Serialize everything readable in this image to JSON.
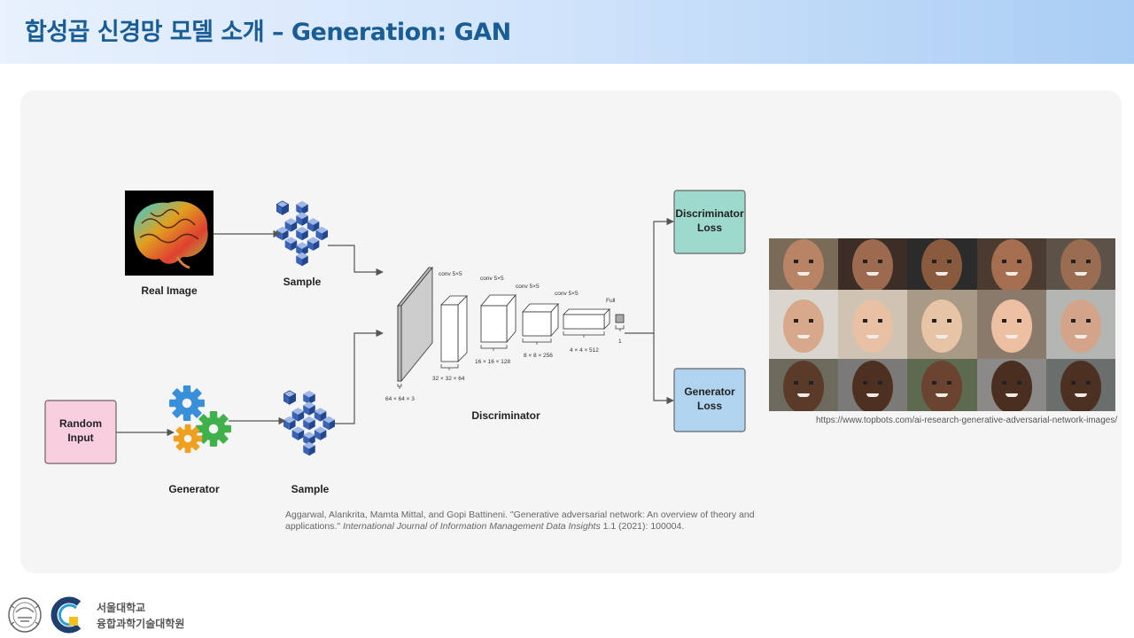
{
  "slide": {
    "title": "합성곱 신경망 모델 소개 – Generation: GAN"
  },
  "diagram": {
    "real_image_label": "Real Image",
    "sample_top_label": "Sample",
    "random_input_line1": "Random",
    "random_input_line2": "Input",
    "generator_label": "Generator",
    "sample_bottom_label": "Sample",
    "discriminator_label": "Discriminator",
    "discriminator_loss_line1": "Discriminator",
    "discriminator_loss_line2": "Loss",
    "generator_loss_line1": "Generator",
    "generator_loss_line2": "Loss",
    "layers": {
      "conv1": "conv 5×5",
      "conv2": "conv 5×5",
      "conv3": "conv 5×5",
      "conv4": "conv 5×5",
      "full": "Full",
      "dim0": "64 × 64 × 3",
      "dim1": "32 × 32 × 64",
      "dim2": "16 × 16 × 128",
      "dim3": "8 × 8 × 256",
      "dim4": "4 × 4 × 512",
      "dim5": "1"
    },
    "colors": {
      "random_input": "#f9cfe0",
      "discriminator_loss": "#9ed9cd",
      "generator_loss": "#b0d3ef"
    }
  },
  "citation": {
    "authors": "Aggarwal, Alankrita, Mamta Mittal, and Gopi Battineni. \"Generative adversarial network: An overview of theory and applications.\"",
    "journal": "International Journal of Information Management Data Insights",
    "details": "1.1 (2021): 100004."
  },
  "image_source": "https://www.topbots.com/ai-research-generative-adversarial-network-images/",
  "footer": {
    "line1": "서울대학교",
    "line2": "융합과학기술대학원"
  }
}
